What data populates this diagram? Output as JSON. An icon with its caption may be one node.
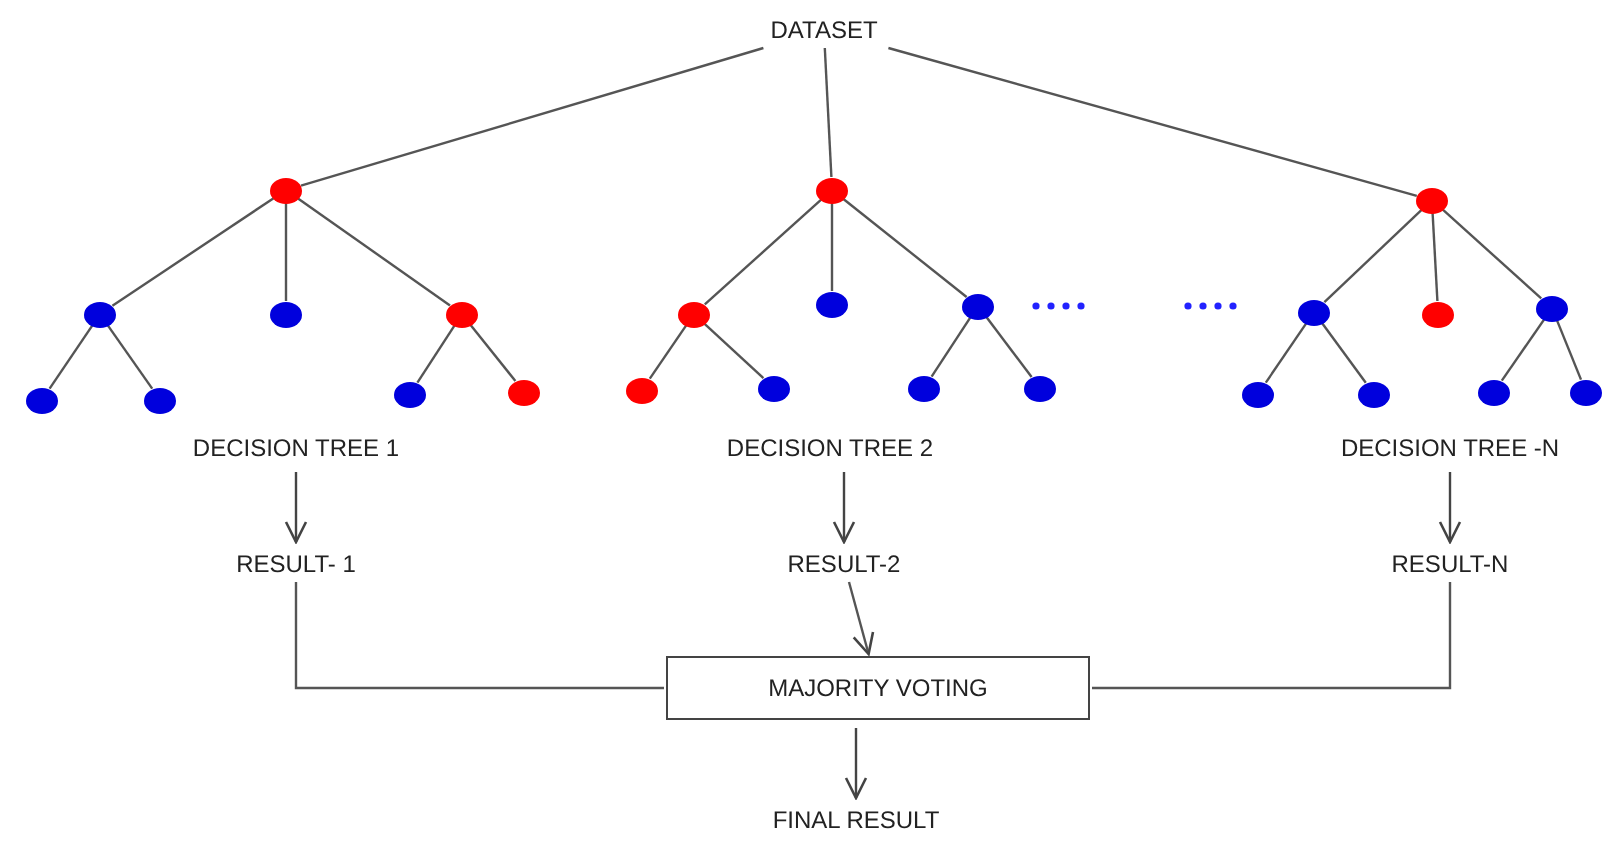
{
  "diagram": {
    "nodes": [
      {
        "text": [
          "DATASET"
        ]
      },
      {
        "text": [],
        "shape": "circle"
      },
      {
        "text": [],
        "shape": "circle"
      },
      {
        "text": [],
        "shape": "circle"
      },
      {
        "text": [],
        "shape": "circle"
      },
      {
        "text": [],
        "shape": "circle"
      },
      {
        "text": [],
        "shape": "circle"
      },
      {
        "text": [],
        "shape": "circle"
      },
      {
        "text": [],
        "shape": "circle"
      },
      {
        "text": [],
        "shape": "circle"
      },
      {
        "text": [],
        "shape": "circle"
      },
      {
        "text": [],
        "shape": "circle"
      },
      {
        "text": [],
        "shape": "circle"
      },
      {
        "text": [],
        "shape": "circle"
      },
      {
        "text": [],
        "shape": "circle"
      },
      {
        "text": [],
        "shape": "circle"
      },
      {
        "text": [],
        "shape": "circle"
      },
      {
        "text": [],
        "shape": "circle"
      },
      {
        "text": [],
        "shape": "circle"
      },
      {
        "text": [],
        "shape": "circle"
      },
      {
        "text": [],
        "shape": "circle"
      },
      {
        "text": [],
        "shape": "circle"
      },
      {
        "text": [],
        "shape": "circle"
      },
      {
        "text": [],
        "shape": "circle"
      },
      {
        "text": [],
        "shape": "circle"
      },
      {
        "text": [
          "DECISION TREE 1"
        ]
      },
      {
        "text": [
          "DECISION TREE 2"
        ]
      },
      {
        "text": [
          "DECISION TREE -N"
        ]
      },
      {
        "text": [
          "RESULT- 1"
        ]
      },
      {
        "text": [
          "RESULT-2"
        ]
      },
      {
        "text": [
          "RESULT-N"
        ]
      },
      {
        "text": [
          "MAJORITY VOTING"
        ]
      },
      {
        "text": [
          "FINAL RESULT"
        ]
      }
    ],
    "edges": [
      {
        "from": 0,
        "to": 1,
        "arrow": "none"
      },
      {
        "from": 0,
        "to": 9,
        "arrow": "none"
      },
      {
        "from": 0,
        "to": 17,
        "arrow": "none"
      },
      {
        "from": 1,
        "to": 2,
        "arrow": "none"
      },
      {
        "from": 1,
        "to": 3,
        "arrow": "none"
      },
      {
        "from": 1,
        "to": 4,
        "arrow": "none"
      },
      {
        "from": 2,
        "to": 5,
        "arrow": "none"
      },
      {
        "from": 2,
        "to": 6,
        "arrow": "none"
      },
      {
        "from": 4,
        "to": 7,
        "arrow": "none"
      },
      {
        "from": 4,
        "to": 8,
        "arrow": "none"
      },
      {
        "from": 9,
        "to": 10,
        "arrow": "none"
      },
      {
        "from": 9,
        "to": 11,
        "arrow": "none"
      },
      {
        "from": 9,
        "to": 12,
        "arrow": "none"
      },
      {
        "from": 10,
        "to": 13,
        "arrow": "none"
      },
      {
        "from": 10,
        "to": 14,
        "arrow": "none"
      },
      {
        "from": 12,
        "to": 15,
        "arrow": "none"
      },
      {
        "from": 12,
        "to": 16,
        "arrow": "none"
      },
      {
        "from": 17,
        "to": 18,
        "arrow": "none"
      },
      {
        "from": 17,
        "to": 19,
        "arrow": "none"
      },
      {
        "from": 17,
        "to": 20,
        "arrow": "none"
      },
      {
        "from": 18,
        "to": 21,
        "arrow": "none"
      },
      {
        "from": 18,
        "to": 22,
        "arrow": "none"
      },
      {
        "from": 20,
        "to": 23,
        "arrow": "none"
      },
      {
        "from": 20,
        "to": 24,
        "arrow": "none"
      },
      {
        "from": 25,
        "to": 28,
        "arrow": "to"
      },
      {
        "from": 26,
        "to": 29,
        "arrow": "to"
      },
      {
        "from": 27,
        "to": 30,
        "arrow": "to"
      },
      {
        "from": 28,
        "to": 31,
        "arrow": "none"
      },
      {
        "from": 29,
        "to": 31,
        "arrow": "to"
      },
      {
        "from": 30,
        "to": 31,
        "arrow": "none"
      },
      {
        "from": 31,
        "to": 32,
        "arrow": "to"
      }
    ]
  }
}
